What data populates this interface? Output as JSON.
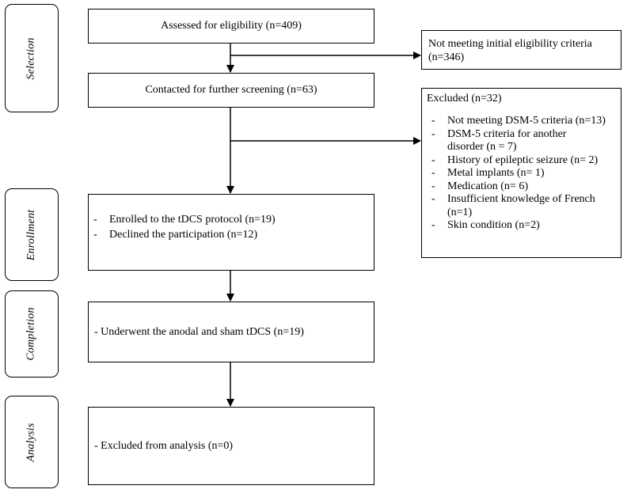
{
  "stages": {
    "selection": "Selection",
    "enrollment": "Enrollment",
    "completion": "Completion",
    "analysis": "Analysis"
  },
  "boxes": {
    "assessed": "Assessed for eligibility (n=409)",
    "not_meeting": {
      "line1": "Not meeting initial eligibility criteria",
      "line2": "(n=346)"
    },
    "contacted": "Contacted for further screening (n=63)",
    "excluded": {
      "title": "Excluded (n=32)",
      "items": [
        "Not meeting DSM-5 criteria (n=13)",
        "DSM-5 criteria for another disorder (n = 7)",
        "History of epileptic seizure (n= 2)",
        "Metal implants (n= 1)",
        "Medication (n= 6)",
        "Insufficient knowledge of French (n=1)",
        "Skin condition (n=2)"
      ]
    },
    "enrollment": {
      "items": [
        "Enrolled to the tDCS protocol (n=19)",
        "Declined the participation (n=12)"
      ]
    },
    "completion": "- Underwent the anodal and sham tDCS (n=19)",
    "analysis": "- Excluded from analysis (n=0)"
  }
}
